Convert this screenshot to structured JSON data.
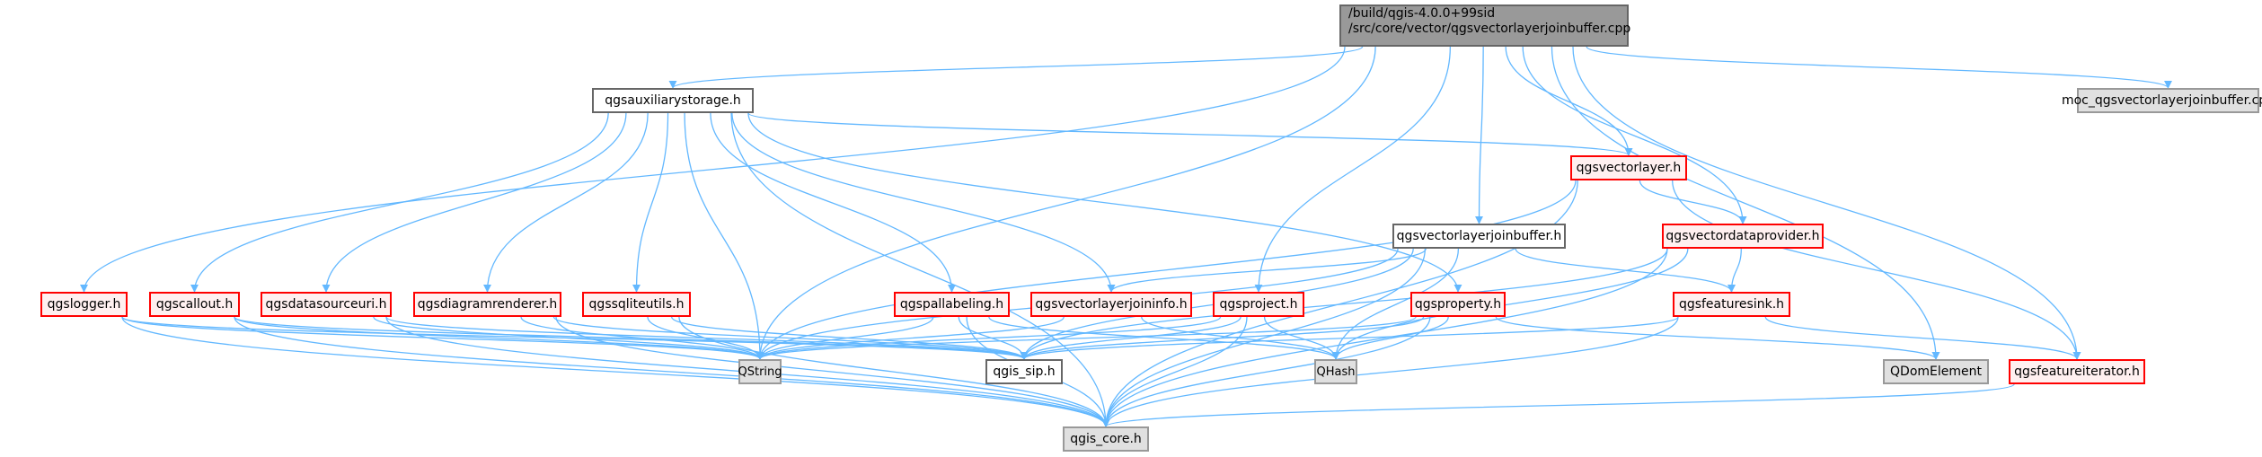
{
  "graph": {
    "title": "Include dependency graph for qgsvectorlayerjoinbuffer.cpp",
    "edge_color": "#63b8ff",
    "nodes": [
      {
        "id": "main",
        "line1": "/build/qgis-4.0.0+99sid",
        "line2": "/src/core/vector/qgsvectorlayerjoinbuffer.cpp",
        "kind": "main"
      },
      {
        "id": "moc",
        "label": "moc_qgsvectorlayerjoinbuffer.cpp",
        "kind": "external"
      },
      {
        "id": "aux",
        "label": "qgsauxiliarystorage.h",
        "kind": "normal"
      },
      {
        "id": "vlayer",
        "label": "qgsvectorlayer.h",
        "kind": "truncated"
      },
      {
        "id": "vljb",
        "label": "qgsvectorlayerjoinbuffer.h",
        "kind": "normal"
      },
      {
        "id": "vdp",
        "label": "qgsvectordataprovider.h",
        "kind": "truncated"
      },
      {
        "id": "logger",
        "label": "qgslogger.h",
        "kind": "truncated"
      },
      {
        "id": "callout",
        "label": "qgscallout.h",
        "kind": "truncated"
      },
      {
        "id": "dsuri",
        "label": "qgsdatasourceuri.h",
        "kind": "truncated"
      },
      {
        "id": "diag",
        "label": "qgsdiagramrenderer.h",
        "kind": "truncated"
      },
      {
        "id": "sqlite",
        "label": "qgssqliteutils.h",
        "kind": "truncated"
      },
      {
        "id": "pal",
        "label": "qgspallabeling.h",
        "kind": "truncated"
      },
      {
        "id": "vlji",
        "label": "qgsvectorlayerjoininfo.h",
        "kind": "truncated"
      },
      {
        "id": "project",
        "label": "qgsproject.h",
        "kind": "truncated"
      },
      {
        "id": "property",
        "label": "qgsproperty.h",
        "kind": "truncated"
      },
      {
        "id": "fsink",
        "label": "qgsfeaturesink.h",
        "kind": "truncated"
      },
      {
        "id": "qstring",
        "label": "QString",
        "kind": "external"
      },
      {
        "id": "sip",
        "label": "qgis_sip.h",
        "kind": "normal"
      },
      {
        "id": "qhash",
        "label": "QHash",
        "kind": "external"
      },
      {
        "id": "qdom",
        "label": "QDomElement",
        "kind": "external"
      },
      {
        "id": "fiter",
        "label": "qgsfeatureiterator.h",
        "kind": "truncated"
      },
      {
        "id": "core",
        "label": "qgis_core.h",
        "kind": "external"
      }
    ],
    "edges": [
      [
        "main",
        "moc"
      ],
      [
        "main",
        "aux"
      ],
      [
        "main",
        "vlayer"
      ],
      [
        "main",
        "vljb"
      ],
      [
        "main",
        "vdp"
      ],
      [
        "main",
        "logger"
      ],
      [
        "main",
        "project"
      ],
      [
        "main",
        "qstring"
      ],
      [
        "main",
        "qdom"
      ],
      [
        "main",
        "fiter"
      ],
      [
        "aux",
        "vlayer"
      ],
      [
        "aux",
        "callout"
      ],
      [
        "aux",
        "dsuri"
      ],
      [
        "aux",
        "diag"
      ],
      [
        "aux",
        "sqlite"
      ],
      [
        "aux",
        "pal"
      ],
      [
        "aux",
        "vlji"
      ],
      [
        "aux",
        "property"
      ],
      [
        "aux",
        "qstring"
      ],
      [
        "aux",
        "core"
      ],
      [
        "vlayer",
        "vdp"
      ],
      [
        "vlayer",
        "qstring"
      ],
      [
        "vlayer",
        "fiter"
      ],
      [
        "vlayer",
        "core"
      ],
      [
        "vljb",
        "vlji"
      ],
      [
        "vljb",
        "fsink"
      ],
      [
        "vljb",
        "qstring"
      ],
      [
        "vljb",
        "sip"
      ],
      [
        "vljb",
        "qhash"
      ],
      [
        "vljb",
        "core"
      ],
      [
        "vdp",
        "fsink"
      ],
      [
        "vdp",
        "sip"
      ],
      [
        "vdp",
        "qhash"
      ],
      [
        "vdp",
        "core"
      ],
      [
        "logger",
        "qstring"
      ],
      [
        "logger",
        "sip"
      ],
      [
        "logger",
        "core"
      ],
      [
        "callout",
        "qstring"
      ],
      [
        "callout",
        "sip"
      ],
      [
        "callout",
        "core"
      ],
      [
        "dsuri",
        "qstring"
      ],
      [
        "dsuri",
        "sip"
      ],
      [
        "dsuri",
        "core"
      ],
      [
        "diag",
        "qstring"
      ],
      [
        "diag",
        "sip"
      ],
      [
        "diag",
        "core"
      ],
      [
        "sqlite",
        "qstring"
      ],
      [
        "sqlite",
        "sip"
      ],
      [
        "sqlite",
        "core"
      ],
      [
        "pal",
        "qstring"
      ],
      [
        "pal",
        "sip"
      ],
      [
        "pal",
        "qhash"
      ],
      [
        "pal",
        "core"
      ],
      [
        "vlji",
        "qstring"
      ],
      [
        "vlji",
        "qhash"
      ],
      [
        "project",
        "qstring"
      ],
      [
        "project",
        "sip"
      ],
      [
        "project",
        "qhash"
      ],
      [
        "project",
        "core"
      ],
      [
        "property",
        "qstring"
      ],
      [
        "property",
        "sip"
      ],
      [
        "property",
        "qhash"
      ],
      [
        "property",
        "qdom"
      ],
      [
        "property",
        "core"
      ],
      [
        "fsink",
        "sip"
      ],
      [
        "fsink",
        "fiter"
      ],
      [
        "fsink",
        "core"
      ],
      [
        "fiter",
        "core"
      ]
    ]
  }
}
